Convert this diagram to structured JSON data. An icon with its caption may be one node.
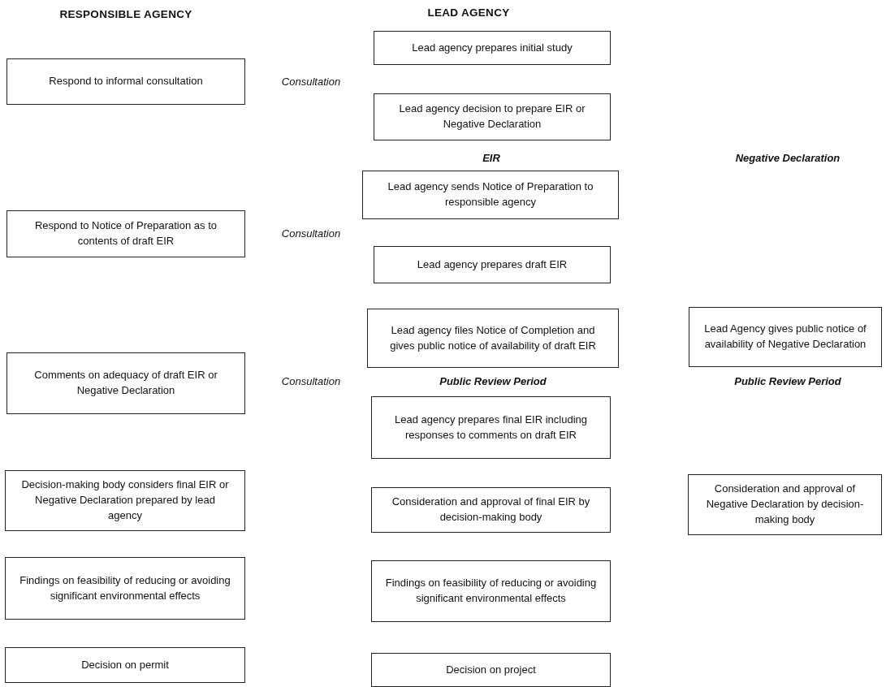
{
  "diagram": {
    "nodes": [
      {
        "text": [
          "Respond to informal consultation"
        ]
      },
      {
        "text": [
          "Respond to Notice of Preparation as to contents of draft EIR"
        ]
      },
      {
        "text": [
          "Comments on adequacy of draft EIR or Negative Declaration"
        ]
      },
      {
        "text": [
          "Decision-making body considers final EIR or Negative Declaration prepared by lead agency"
        ]
      },
      {
        "text": [
          "Findings on feasibility of reducing or avoiding significant environmental effects"
        ]
      },
      {
        "text": [
          "Decision on permit"
        ]
      },
      {
        "text": [
          "Lead agency prepares initial study"
        ]
      },
      {
        "text": [
          "Lead agency decision to prepare EIR or Negative Declaration"
        ]
      },
      {
        "text": [
          "Lead agency sends Notice of Preparation to responsible agency"
        ]
      },
      {
        "text": [
          "Lead agency prepares draft EIR"
        ]
      },
      {
        "text": [
          "Lead agency files Notice of Completion and gives public notice of availability of draft EIR"
        ]
      },
      {
        "text": [
          "Lead agency prepares final EIR including responses to comments on draft EIR"
        ]
      },
      {
        "text": [
          "Consideration and approval of final EIR by decision-making body"
        ]
      },
      {
        "text": [
          "Findings on feasibility of reducing or avoiding significant environmental effects"
        ]
      },
      {
        "text": [
          "Decision on project"
        ]
      },
      {
        "text": [
          "Lead Agency gives public notice of availability of Negative Declaration"
        ]
      },
      {
        "text": [
          "Consideration and approval of Negative Declaration by decision-making body"
        ]
      }
    ],
    "labels": [
      "RESPONSIBLE AGENCY",
      "LEAD AGENCY",
      "Consultation",
      "EIR",
      "Negative Declaration",
      "Consultation",
      "Consultation",
      "Public Review Period",
      "Public Review Period"
    ]
  }
}
